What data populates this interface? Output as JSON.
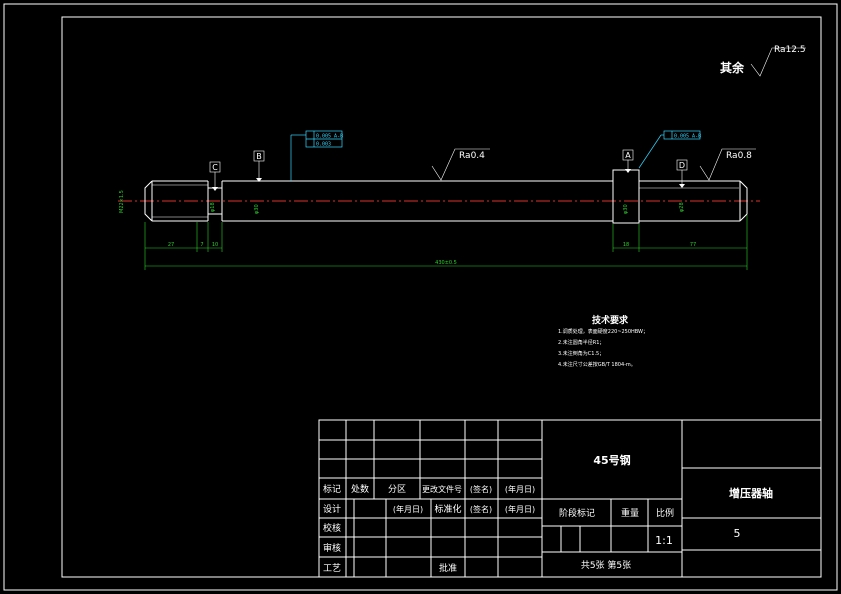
{
  "drawing": {
    "rough_note": "其余",
    "rough_default": "Ra12.5",
    "rough_body": "Ra0.4",
    "rough_right": "Ra0.8",
    "datum_c": "C",
    "datum_b": "B",
    "datum_a": "A",
    "datum_d": "D",
    "tol_left_1": "0.005 A-B",
    "tol_left_2": "0.003",
    "tol_right_1": "0.005 A-B",
    "dim_left_dia": "M22×1.5",
    "dim_left_len": "27",
    "dim_left_gap": "7",
    "dim_left_groove": "10",
    "dim_dia_b": "φ30",
    "dim_dia_a": "φ30",
    "dim_dia_d": "φ28",
    "dim_right_collar": "18",
    "dim_right_len": "77",
    "dim_total": "430±0.5"
  },
  "tech": {
    "title": "技术要求",
    "items": [
      "1.调质处理，表面硬度220~250HBW；",
      "2.未注圆角半径R1；",
      "3.未注倒角为C1.5；",
      "4.未注尺寸公差按GB/T 1804-m。"
    ]
  },
  "title_block": {
    "material": "45号钢",
    "part_name": "增压器轴",
    "drawing_no": "5",
    "h_mark": "标记",
    "h_count": "处数",
    "h_zone": "分区",
    "h_doc": "更改文件号",
    "h_sign": "(签名)",
    "h_date": "(年月日)",
    "r_design": "设计",
    "r_date2": "(年月日)",
    "r_std": "标准化",
    "r_sign2": "(签名)",
    "r_date3": "(年月日)",
    "r_check": "校核",
    "r_review": "审核",
    "r_process": "工艺",
    "r_approve": "批准",
    "stage_label": "阶段标记",
    "weight_label": "重量",
    "scale_label": "比例",
    "scale_value": "1:1",
    "sheets": "共5张 第5张"
  }
}
